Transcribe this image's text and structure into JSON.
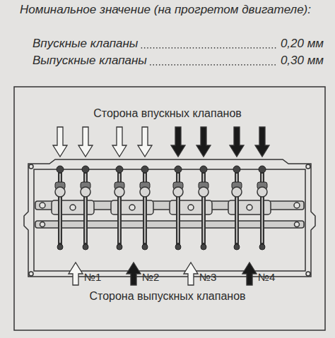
{
  "diagram": {
    "labels": [
      "Номинальное значение (на прогретом двигателе):",
      "Впускные клапаны",
      "0,20 мм",
      "Выпускные клапаны",
      "0,30 мм",
      "Сторона впускных клапанов",
      "№1",
      "№2",
      "№3",
      "№4",
      "Сторона выпускных клапанов"
    ]
  }
}
